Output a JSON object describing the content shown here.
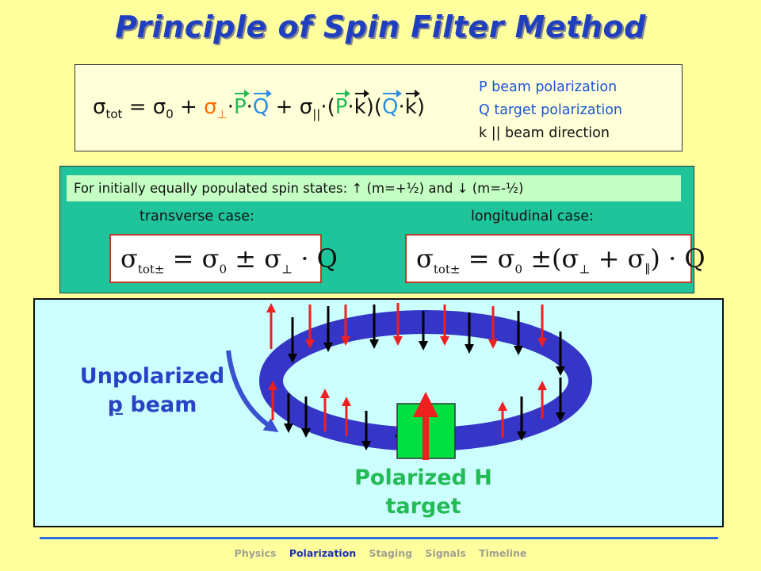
{
  "title": "Principle of Spin Filter Method",
  "formula_box": {
    "sigma": "σ",
    "sub_tot": "tot",
    "eq": " = ",
    "sub_0": "0",
    "plus": " + ",
    "sub_perp": "⊥",
    "dot": "·",
    "P": "P",
    "Q": "Q",
    "sub_par": "||",
    "k": "k",
    "lpar": "(",
    "rpar": ")",
    "legend": [
      "P beam polarization",
      "Q target polarization",
      "k || beam direction"
    ]
  },
  "spin_box": {
    "intro": "For initially equally populated spin states:  ↑ (m=+½) and  ↓ (m=-½)",
    "transverse_label": "transverse case:",
    "longitudinal_label": "longitudinal case:",
    "transverse_formula": {
      "lhs": "σ",
      "lhs_sub": "tot±",
      "rhs": " = σ",
      "rhs_sub": "0",
      "tail": " ± σ",
      "tail_sub": "⊥",
      "end": " · Q"
    },
    "longitudinal_formula": {
      "lhs": "σ",
      "lhs_sub": "tot±",
      "rhs": " = σ",
      "rhs_sub": "0",
      "mid": " ±(σ",
      "mid_sub": "⊥",
      "plus": " + σ",
      "plus_sub": "∥",
      "end": ") · Q"
    }
  },
  "diagram": {
    "beam_label_line1": "Unpolarized",
    "beam_label_p": "p",
    "beam_label_rest": " beam",
    "target_label_line1": "Polarized H",
    "target_label_line2": "target",
    "colors": {
      "ring": "#3535c8",
      "target": "#00e040",
      "up_arrow": "#ee2020",
      "down_arrow": "#000000",
      "curved_arrow": "#3a52d0"
    }
  },
  "nav": {
    "items": [
      "Physics",
      "Polarization",
      "Staging",
      "Signals",
      "Timeline"
    ],
    "active": "Polarization"
  }
}
